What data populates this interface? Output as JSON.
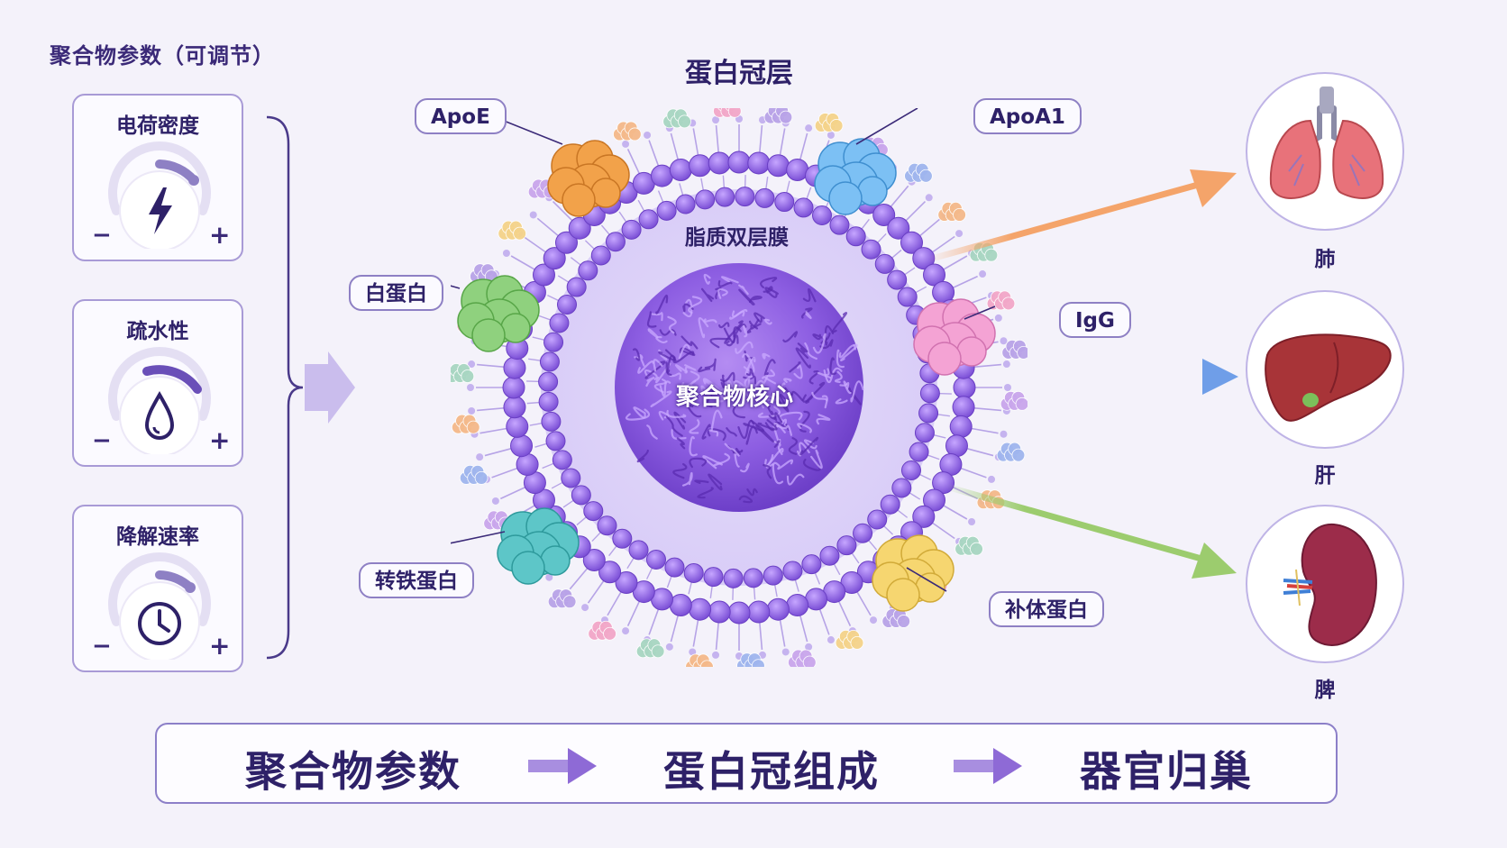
{
  "parameters": {
    "title": "聚合物参数（可调节）",
    "items": [
      {
        "label": "电荷密度",
        "icon": "lightning-icon",
        "minus": "−",
        "plus": "+"
      },
      {
        "label": "疏水性",
        "icon": "droplet-icon",
        "minus": "−",
        "plus": "+"
      },
      {
        "label": "降解速率",
        "icon": "clock-icon",
        "minus": "−",
        "plus": "+"
      }
    ]
  },
  "nanoparticle": {
    "corona_title": "蛋白冠层",
    "membrane_label": "脂质双层膜",
    "core_label": "聚合物核心",
    "proteins": {
      "apoe": "ApoE",
      "apoa1": "ApoA1",
      "albumin": "白蛋白",
      "igg": "IgG",
      "transferrin": "转铁蛋白",
      "complement": "补体蛋白"
    }
  },
  "organs": [
    {
      "label": "肺",
      "icon": "lung-icon",
      "arrow_color": "#f4a46a"
    },
    {
      "label": "肝",
      "icon": "liver-icon",
      "arrow_color": "#6f9ee8"
    },
    {
      "label": "脾",
      "icon": "spleen-icon",
      "arrow_color": "#9ccc6e"
    }
  ],
  "flow": {
    "steps": [
      "聚合物参数",
      "蛋白冠组成",
      "器官归巢"
    ]
  },
  "colors": {
    "primary": "#3b2a78",
    "core": "#8a5ce0",
    "membrane": "#8f63e0",
    "lung": "#e8727a",
    "liver": "#a83438",
    "spleen": "#9c2c4a"
  }
}
